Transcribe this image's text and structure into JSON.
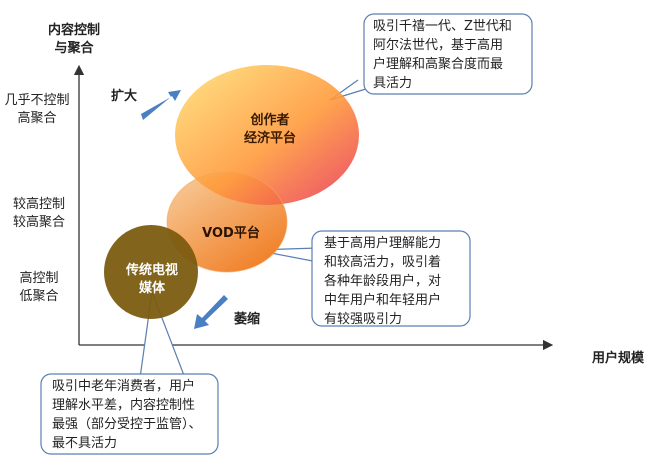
{
  "axes": {
    "y_title": "内容控制\n与聚合",
    "x_title": "用户规模",
    "y_levels": [
      {
        "text": "几乎不控制\n高聚合"
      },
      {
        "text": "较高控制\n较高聚合"
      },
      {
        "text": "高控制\n低聚合"
      }
    ]
  },
  "nodes": {
    "creator": "创作者\n经济平台",
    "vod": "VOD平台",
    "traditional": "传统电视\n媒体"
  },
  "arrows": {
    "expand": "扩大",
    "shrink": "萎缩"
  },
  "callouts": {
    "creator": "吸引千禧一代、Z世代和\n阿尔法世代，基于高用\n户理解和高聚合度而最\n具活力",
    "vod": "基于高用户理解能力\n和较高活力，吸引着\n各种年龄段用户，对\n中年用户和年轻用户\n有较强吸引力",
    "traditional": "吸引中老年消费者，用户\n理解水平差，内容控制性\n最强（部分受控于监管）、\n最不具活力"
  },
  "colors": {
    "creator_gradient": [
      "#ffe27a",
      "#ff9a3c",
      "#e8365a"
    ],
    "vod_gradient": [
      "#f8c88e",
      "#f2842b"
    ],
    "traditional_fill": "#7a5a0f",
    "arrow_blue": "#4a7fc4",
    "callout_border": "#5a7fb0"
  }
}
